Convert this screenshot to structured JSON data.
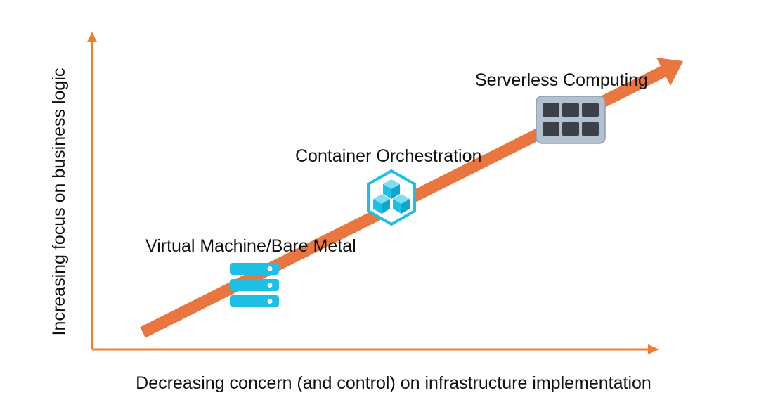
{
  "axes": {
    "x_label": "Decreasing concern (and control) on infrastructure implementation",
    "y_label": "Increasing focus on business logic"
  },
  "stages": [
    {
      "label": "Virtual Machine/Bare Metal",
      "icon": "server-stack-icon"
    },
    {
      "label": "Container Orchestration",
      "icon": "container-cubes-icon"
    },
    {
      "label": "Serverless Computing",
      "icon": "function-grid-icon"
    }
  ],
  "colors": {
    "axis": "#f07d28",
    "trend_arrow": "#e9763f",
    "server_icon": "#1ebfe5",
    "container_icon": "#1ebfe5",
    "serverless_tile": "#b3c0cf",
    "serverless_cell": "#3c4048"
  }
}
